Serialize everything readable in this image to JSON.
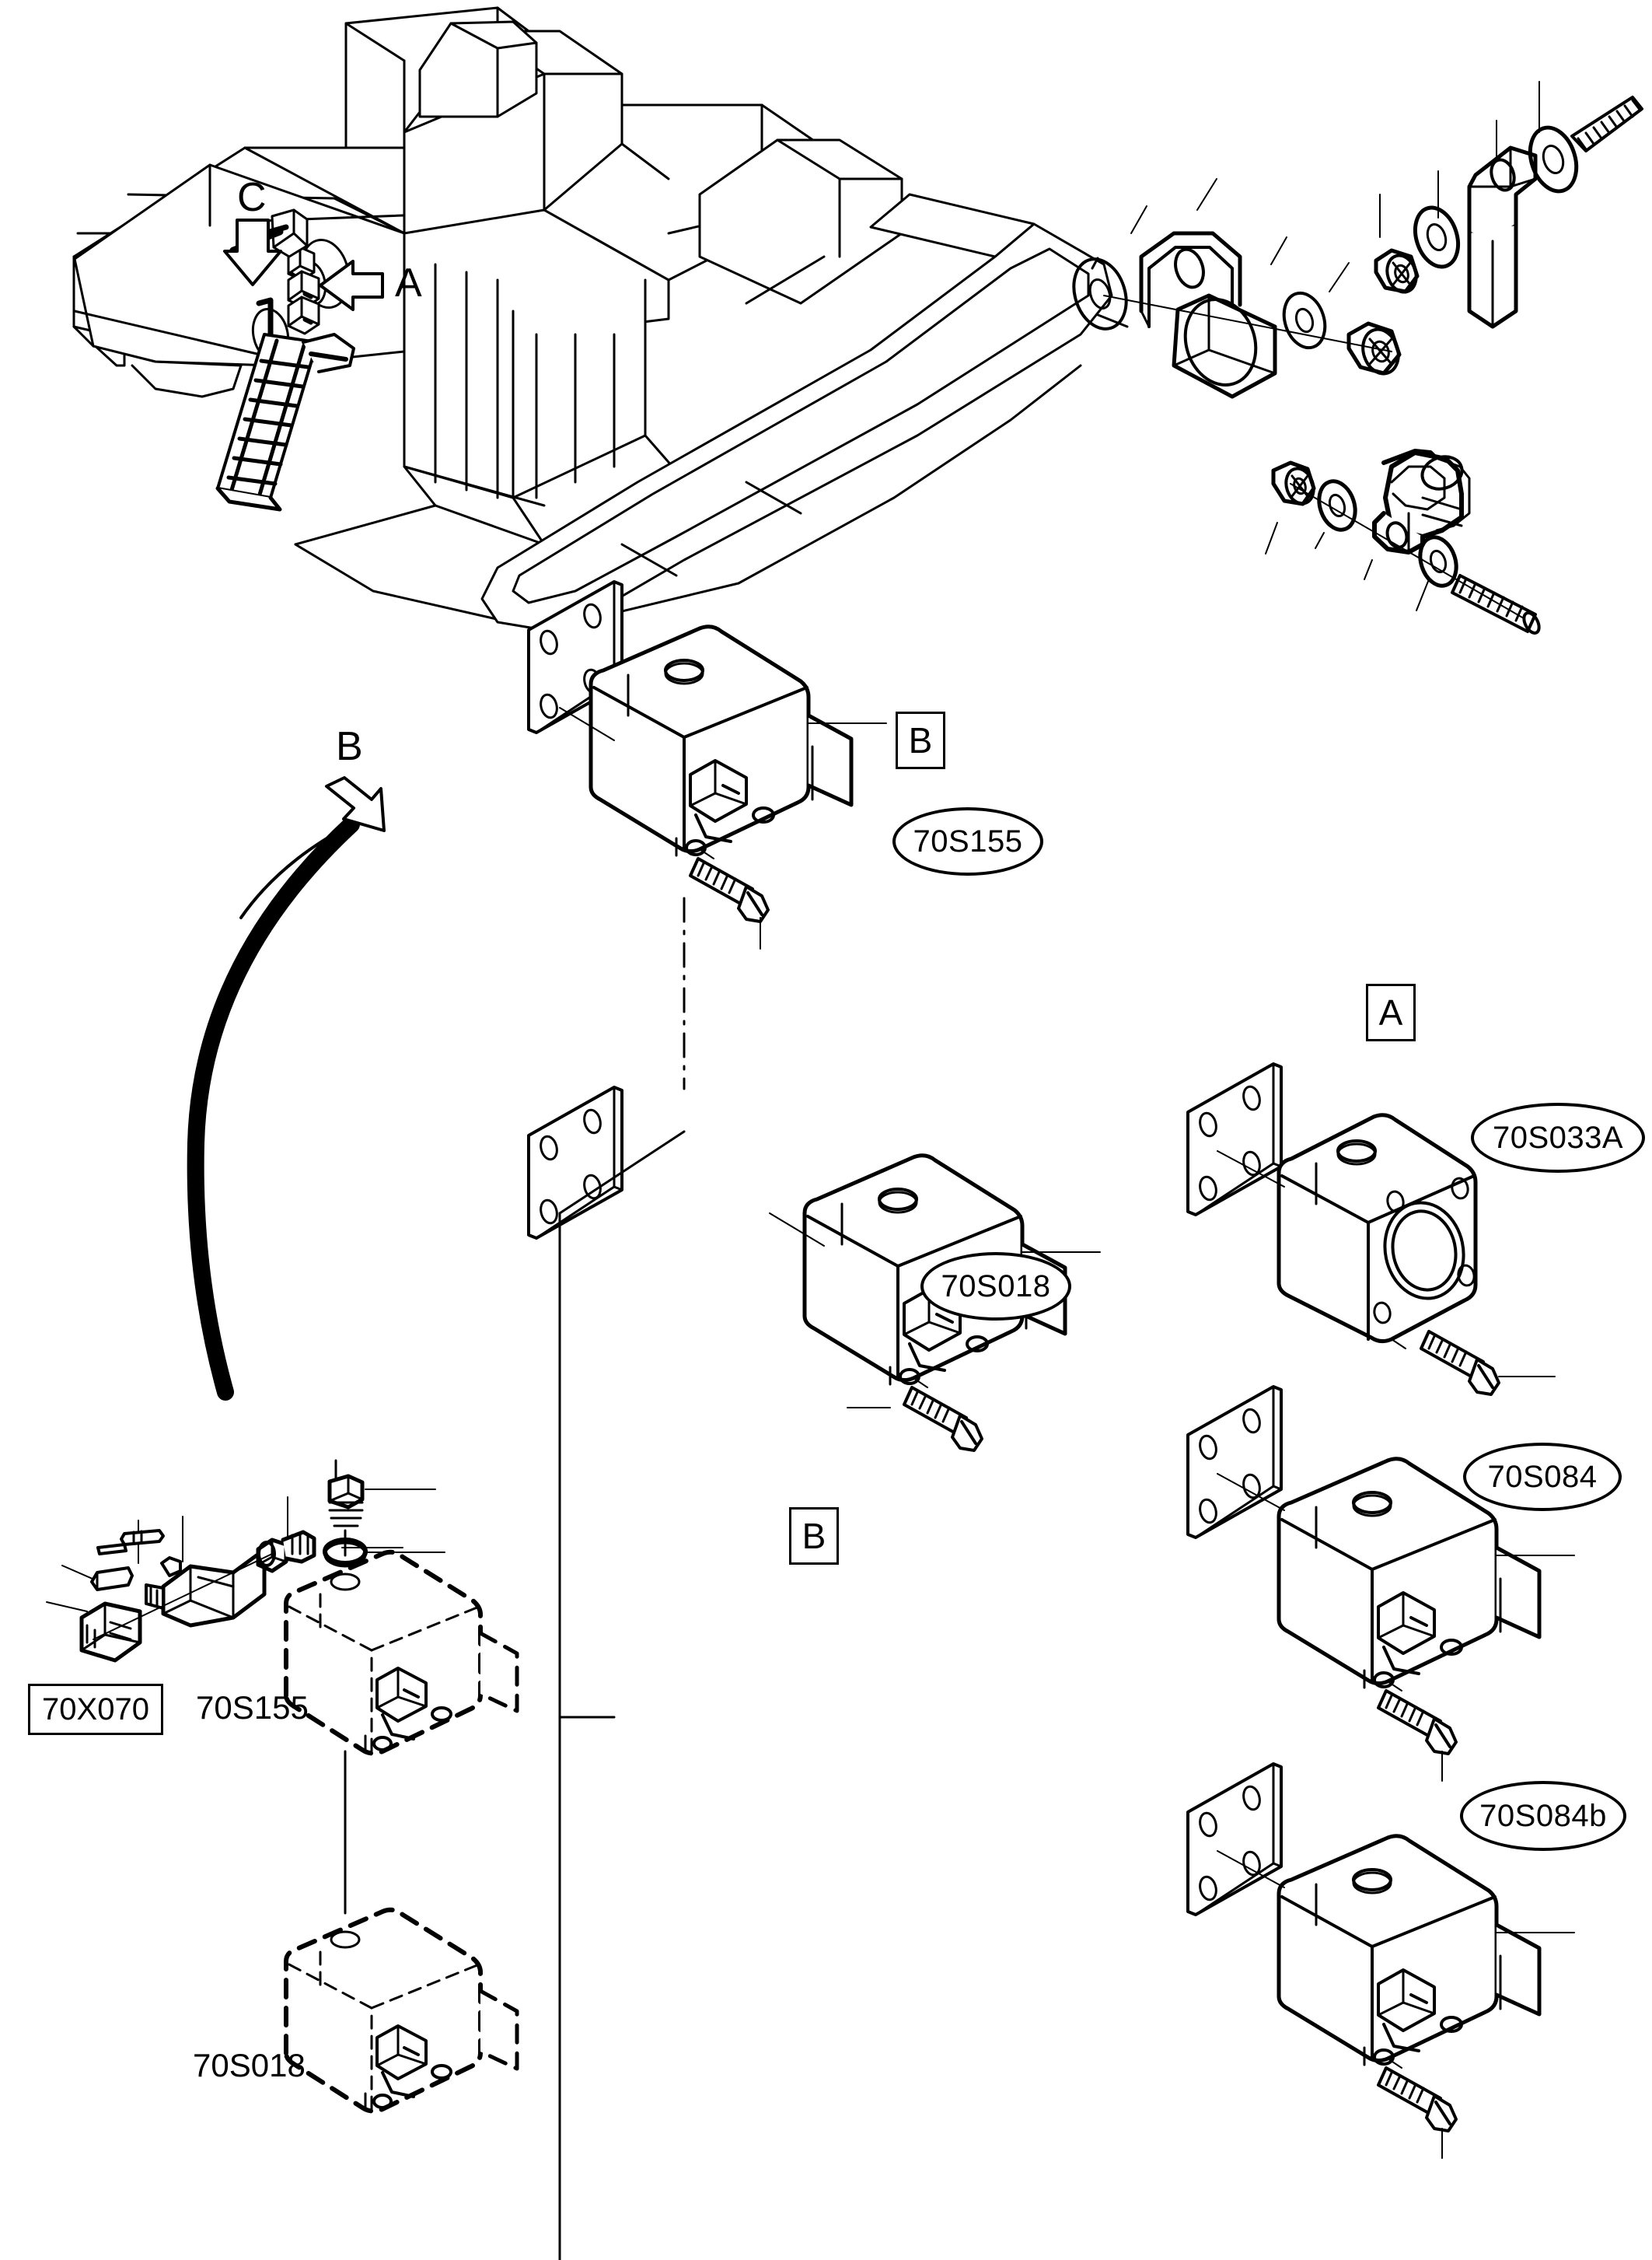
{
  "diagram": {
    "type": "exploded-parts-diagram",
    "subject": "crawler machine electrical sensor / switch mounting",
    "line_color": "#000000",
    "background_color": "#ffffff"
  },
  "section_markers": [
    {
      "id": "marker-c",
      "label": "C",
      "style": "arrow-letter",
      "arrow": "down"
    },
    {
      "id": "marker-a-machine",
      "label": "A",
      "style": "arrow-letter",
      "arrow": "left"
    },
    {
      "id": "marker-b-machine",
      "label": "B",
      "style": "arrow-letter",
      "arrow": "down-right"
    }
  ],
  "boxed_markers": [
    {
      "id": "box-b-top",
      "label": "B"
    },
    {
      "id": "box-b-bottom",
      "label": "B"
    },
    {
      "id": "box-a-right",
      "label": "A"
    }
  ],
  "balloons": [
    {
      "id": "balloon-70s155",
      "label": "70S155",
      "column": "middle"
    },
    {
      "id": "balloon-70s018",
      "label": "70S018",
      "column": "middle"
    },
    {
      "id": "balloon-70s033a",
      "label": "70S033A",
      "column": "right"
    },
    {
      "id": "balloon-70s084",
      "label": "70S084",
      "column": "right"
    },
    {
      "id": "balloon-70s084b",
      "label": "70S084b",
      "column": "right"
    }
  ],
  "framed_labels": [
    {
      "id": "frame-70x070",
      "label": "70X070"
    }
  ],
  "plain_labels": [
    {
      "id": "text-70s155",
      "label": "70S155"
    },
    {
      "id": "text-70s018",
      "label": "70S018"
    }
  ],
  "assemblies": {
    "machine": {
      "name": "track-type machine body",
      "features": [
        "cab",
        "engine hood",
        "exhaust stack",
        "access ladder",
        "track frame",
        "handrail",
        "sensor blocks"
      ]
    },
    "hardware_top_left": {
      "name": "hose clamp assembly",
      "parts": [
        "washer",
        "clamp",
        "washer",
        "lock nut"
      ]
    },
    "hardware_top_right": {
      "name": "angle bracket assembly",
      "parts": [
        "lock nut",
        "washer",
        "angle bracket",
        "washer",
        "bolt"
      ]
    },
    "hardware_mid_right": {
      "name": "twin hose clamp assembly",
      "parts": [
        "lock nut",
        "washer",
        "twin clamp",
        "washer",
        "bolt"
      ]
    },
    "connector_group": {
      "name": "electrical connector kit",
      "parts": [
        "terminal pin",
        "sleeve",
        "connector housing",
        "connector body",
        "cable gland"
      ]
    },
    "sensor_blocks": [
      {
        "id": "sensor-70s155-mid",
        "balloon": "70S155",
        "parts": [
          "mounting plate",
          "switch body",
          "screw"
        ]
      },
      {
        "id": "sensor-70s018-mid",
        "balloon": "70S018",
        "parts": [
          "mounting plate",
          "switch body",
          "screw"
        ]
      },
      {
        "id": "sensor-70s033a",
        "balloon": "70S033A",
        "parts": [
          "mounting plate",
          "round flange switch",
          "screw"
        ]
      },
      {
        "id": "sensor-70s084",
        "balloon": "70S084",
        "parts": [
          "mounting plate",
          "switch body",
          "screw"
        ]
      },
      {
        "id": "sensor-70s084b",
        "balloon": "70S084b",
        "parts": [
          "mounting plate",
          "switch body",
          "screw"
        ]
      },
      {
        "id": "sensor-70s155-ghost",
        "balloon": "70S155",
        "style": "dashed-phantom"
      },
      {
        "id": "sensor-70s018-ghost",
        "balloon": "70S018",
        "style": "dashed-phantom"
      }
    ]
  }
}
